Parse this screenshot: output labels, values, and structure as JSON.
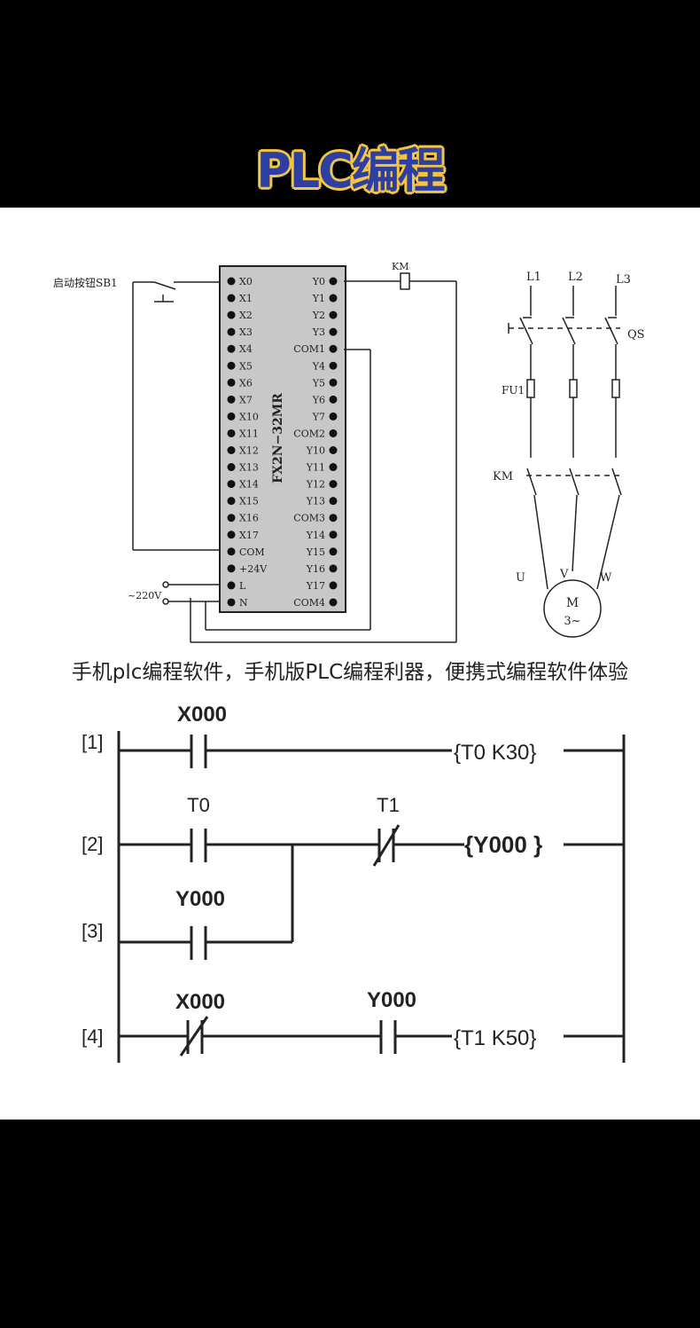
{
  "banner": {
    "title": "PLC编程"
  },
  "caption": "手机plc编程软件，手机版PLC编程利器，便携式编程软件体验",
  "wiring": {
    "start_button": "启动按钮SB1",
    "plc_model": "FX2N−32MR",
    "coil": "KM",
    "supply": "~220V",
    "left_terminals": [
      "X0",
      "X1",
      "X2",
      "X3",
      "X4",
      "X5",
      "X6",
      "X7",
      "X10",
      "X11",
      "X12",
      "X13",
      "X14",
      "X15",
      "X16",
      "X17",
      "COM",
      "+24V",
      "L",
      "N"
    ],
    "right_terminals": [
      "Y0",
      "Y1",
      "Y2",
      "Y3",
      "COM1",
      "Y4",
      "Y5",
      "Y6",
      "Y7",
      "COM2",
      "Y10",
      "Y11",
      "Y12",
      "Y13",
      "COM3",
      "Y14",
      "Y15",
      "Y16",
      "Y17",
      "COM4"
    ]
  },
  "motor_circuit": {
    "lines": [
      "L1",
      "L2",
      "L3"
    ],
    "switch": "QS",
    "fuse": "FU1",
    "contactor": "KM",
    "phases": [
      "U",
      "V",
      "W"
    ],
    "motor_label": "M",
    "motor_sub": "3~"
  },
  "ladder": {
    "rungs": [
      {
        "number": "[1]",
        "contact_label": "X000",
        "output": "{T0  K30}"
      },
      {
        "number": "[2]",
        "contact_label": "T0",
        "contact2_label": "T1",
        "output": "{Y000 }"
      },
      {
        "number": "[3]",
        "contact_label": "Y000"
      },
      {
        "number": "[4]",
        "contact_label": "X000",
        "contact2_label": "Y000",
        "output": "{T1  K50}"
      }
    ]
  }
}
